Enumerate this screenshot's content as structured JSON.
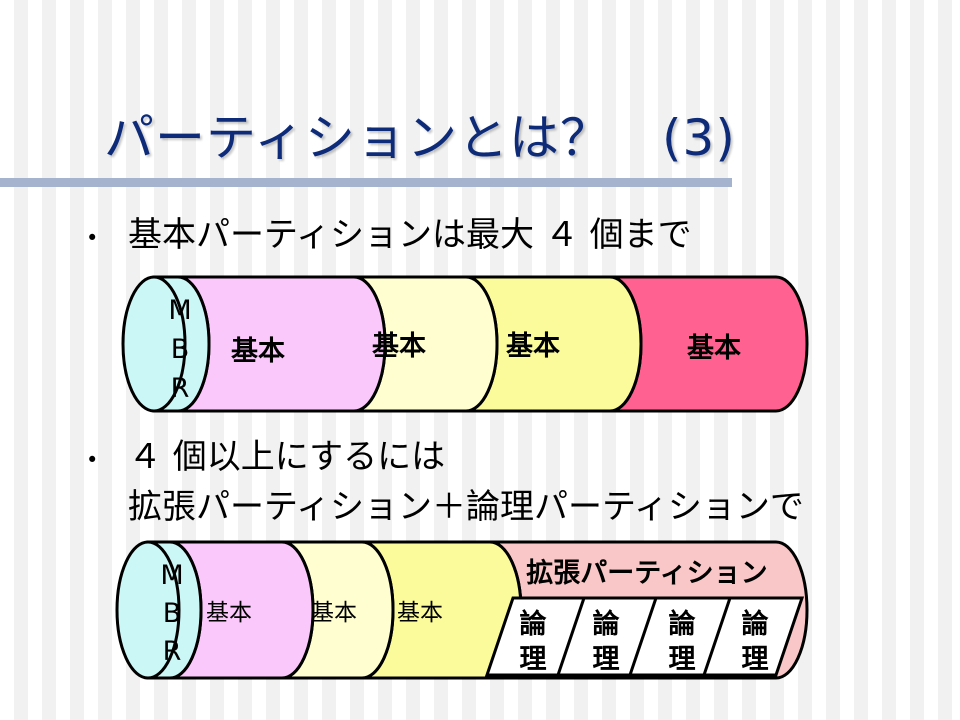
{
  "slide": {
    "title": "パーティションとは？　(3)",
    "bullet1": "基本パーティションは最大 ４ 個まで",
    "bullet2_line1": "４ 個以上にするには",
    "bullet2_line2": "拡張パーティション＋論理パーティションで"
  },
  "diagram1": {
    "mbr": [
      "M",
      "B",
      "R"
    ],
    "segments": [
      "基本",
      "基本",
      "基本",
      "基本"
    ]
  },
  "diagram2": {
    "mbr": [
      "M",
      "B",
      "R"
    ],
    "segments": [
      "基本",
      "基本",
      "基本"
    ],
    "extended_label": "拡張パーティション",
    "logical": [
      [
        "論",
        "理"
      ],
      [
        "論",
        "理"
      ],
      [
        "論",
        "理"
      ],
      [
        "論",
        "理"
      ]
    ]
  },
  "colors": {
    "title": "#0d2b78",
    "mbr": "#ccf7f7",
    "basic_pink": "#fbc8fb",
    "basic_cream": "#fefed0",
    "basic_yellow": "#fbfb9b",
    "basic_rose": "#ff6190",
    "extended": "#f9c7c7"
  }
}
